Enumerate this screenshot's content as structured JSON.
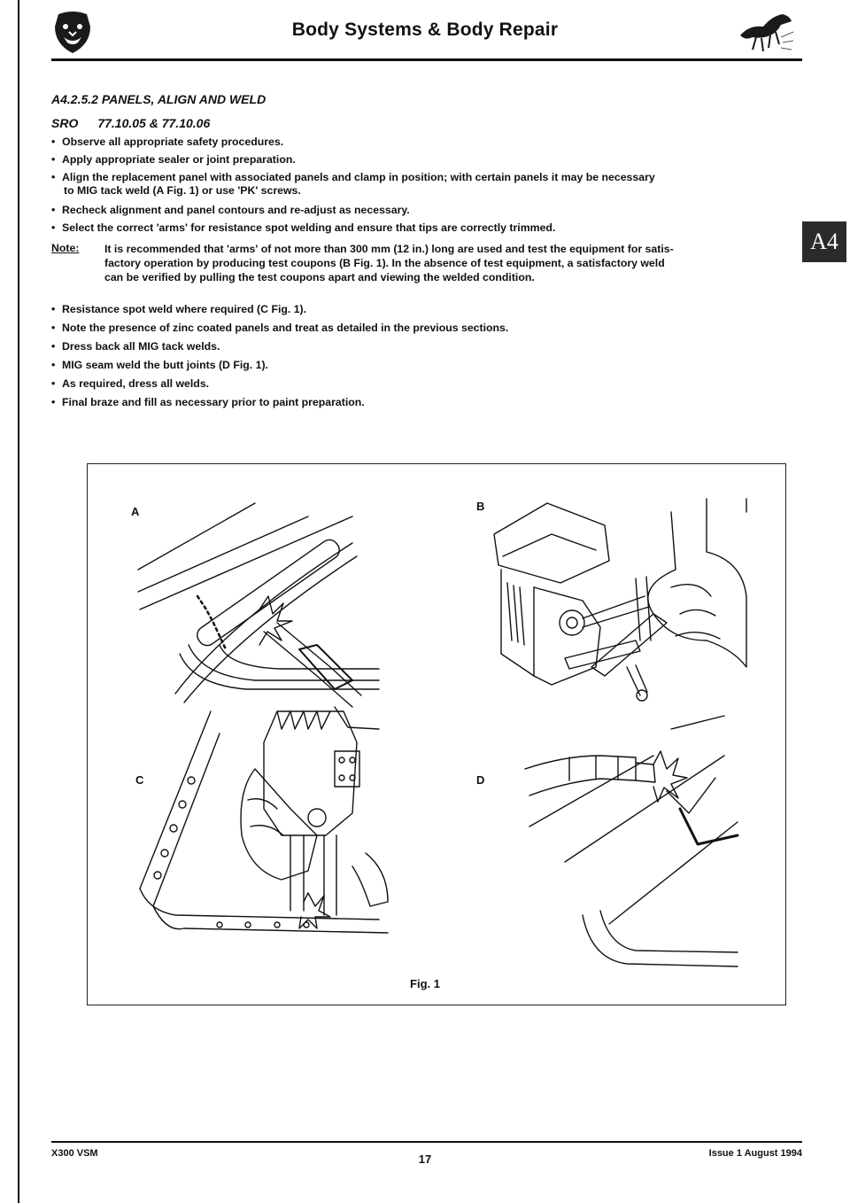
{
  "header": {
    "title": "Body Systems & Body Repair",
    "logo_icon": "jaguar-growler-icon",
    "emblem_icon": "leaping-jaguar-icon"
  },
  "section": {
    "title": "A4.2.5.2 PANELS, ALIGN AND WELD",
    "sro_label": "SRO",
    "sro_codes": "77.10.05 & 77.10.06"
  },
  "steps_top": [
    "Observe all appropriate safety procedures.",
    "Apply appropriate sealer or joint preparation.",
    "Align the replacement panel with associated panels and clamp in position; with certain panels it may be necessary",
    "to MIG tack weld (A Fig. 1) or use 'PK' screws.",
    "Recheck alignment and panel contours and re-adjust as necessary.",
    "Select the correct 'arms' for resistance spot welding and ensure that tips are correctly trimmed."
  ],
  "note": {
    "label": "Note:",
    "lines": [
      "It is recommended that 'arms' of not more than 300 mm (12 in.) long are used and test the equipment for satis-",
      "factory operation by producing test coupons (B Fig. 1). In the absence of test equipment, a satisfactory weld",
      "can be verified by pulling the test coupons apart and viewing the welded condition."
    ]
  },
  "steps_bottom": [
    "Resistance spot weld where required (C Fig. 1).",
    "Note the presence of zinc coated panels and treat as detailed in the previous sections.",
    "Dress back all MIG tack welds.",
    "MIG seam weld the butt joints (D Fig. 1).",
    "As required, dress all welds.",
    "Final braze and fill as necessary prior to paint preparation."
  ],
  "tab_label": "A4",
  "figure": {
    "labels": [
      "A",
      "B",
      "C",
      "D"
    ],
    "caption": "Fig. 1"
  },
  "footer": {
    "left": "X300 VSM",
    "page": "17",
    "right": "Issue 1 August 1994"
  }
}
